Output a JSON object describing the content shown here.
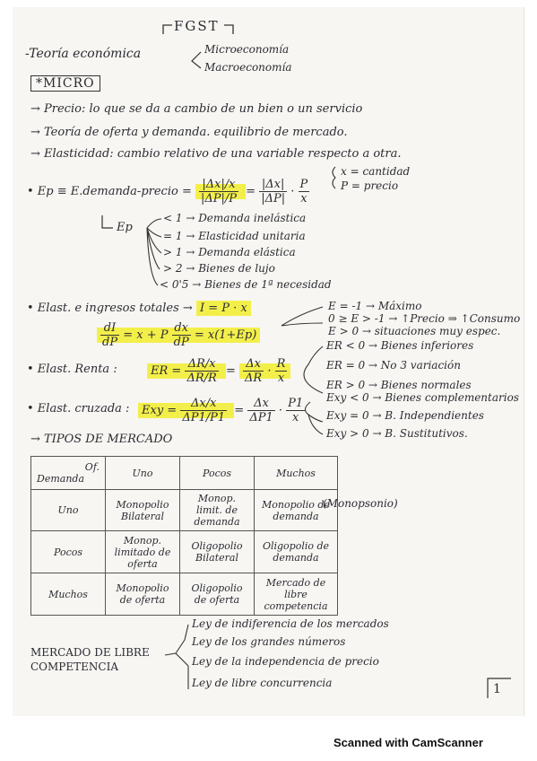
{
  "header": {
    "title": "FGST",
    "theory": "-Teoría económica",
    "branches": [
      "Microeconomía",
      "Macroeconomía"
    ],
    "section": "*MICRO"
  },
  "concepts": [
    "→ Precio: lo que se da a cambio de un bien o un servicio",
    "→ Teoría de oferta y demanda. equilibrio de mercado.",
    "→ Elasticidad: cambio relativo de una variable respecto a otra."
  ],
  "ep": {
    "lhs": "• Ep ≡ E.demanda-precio =",
    "frac1_num": "|Δx|/x",
    "frac1_den": "|ΔP|/P",
    "eq": "=",
    "frac2_num": "|Δx|",
    "frac2_den": "|ΔP|",
    "dot": "·",
    "frac3_num": "P",
    "frac3_den": "x",
    "legend": [
      "x = cantidad",
      "P = precio"
    ],
    "branch_label": "Ep",
    "cases": [
      "< 1 → Demanda inelástica",
      "= 1 → Elasticidad unitaria",
      "> 1 → Demanda elástica",
      "> 2 → Bienes de lujo",
      "< 0'5 → Bienes de 1ª necesidad"
    ]
  },
  "ingresos": {
    "label": "• Elast. e ingresos totales →",
    "formula": "I = P · x",
    "deriv_num": "dI",
    "deriv_den": "dP",
    "deriv_rhs": "= x + P",
    "deriv2_num": "dx",
    "deriv2_den": "dP",
    "deriv_tail": "= x(1+Ep)",
    "notes": [
      "E = -1 → Máximo",
      "0 ≥ E > -1 → ↑Precio ⇒ ↑Consumo",
      "E > 0 → situaciones muy espec."
    ]
  },
  "renta": {
    "label": "• Elast. Renta :",
    "lhs": "ER =",
    "f1_num": "ΔR/x",
    "f1_den": "ΔR/R",
    "eq": "=",
    "f2_num": "Δx",
    "f2_den": "ΔR",
    "dot": "·",
    "f3_num": "R",
    "f3_den": "x",
    "cases": [
      "ER < 0 → Bienes inferiores",
      "ER = 0 → No 3 variación",
      "ER > 0 → Bienes normales"
    ]
  },
  "cruzada": {
    "label": "• Elast. cruzada :",
    "lhs": "Exy =",
    "f1_num": "Δx/x",
    "f1_den": "ΔP1/P1",
    "eq": "=",
    "f2_num": "Δx",
    "f2_den": "ΔP1",
    "dot": "·",
    "f3_num": "P1",
    "f3_den": "x",
    "cases": [
      "Exy < 0 → Bienes complementarios",
      "Exy = 0 → B. Independientes",
      "Exy > 0 → B. Sustitutivos."
    ]
  },
  "tipos": {
    "heading": "→ TIPOS DE MERCADO",
    "corner_top": "Of.",
    "corner_bottom": "Demanda",
    "columns": [
      "Uno",
      "Pocos",
      "Muchos"
    ],
    "rows": [
      {
        "label": "Uno",
        "cells": [
          "Monopolio Bilateral",
          "Monop. limit. de demanda",
          "Monopolio de demanda"
        ]
      },
      {
        "label": "Pocos",
        "cells": [
          "Monop. limitado de oferta",
          "Oligopolio Bilateral",
          "Oligopolio de demanda"
        ]
      },
      {
        "label": "Muchos",
        "cells": [
          "Monopolio de oferta",
          "Oligopolio de oferta",
          "Mercado de libre competencia"
        ]
      }
    ],
    "side_note": "(Monopsonio)"
  },
  "libre": {
    "label_line1": "MERCADO DE LIBRE",
    "label_line2": "COMPETENCIA",
    "laws": [
      "Ley de indiferencia de los mercados",
      "Ley de los grandes números",
      "Ley de la independencia de precio",
      "Ley de libre concurrencia"
    ]
  },
  "page_number": "1",
  "footer": "Scanned with CamScanner"
}
